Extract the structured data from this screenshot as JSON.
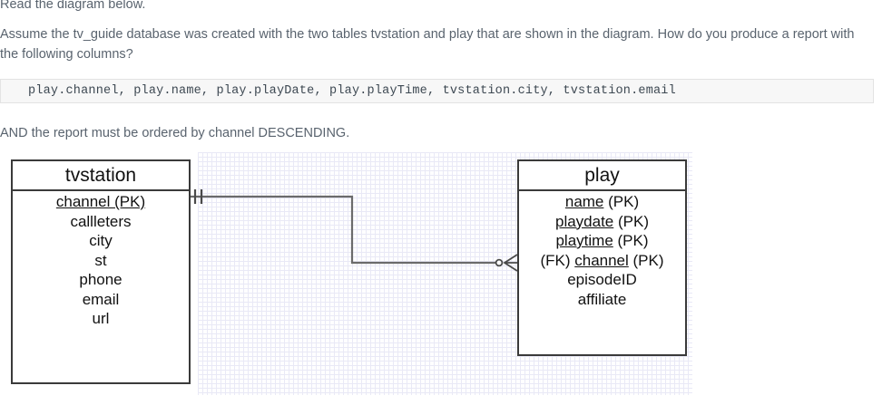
{
  "prose": {
    "intro": "Read the diagram below.",
    "question": "Assume the tv_guide database was created with the two tables tvstation and play that are shown in the diagram. How do you produce a report with the following columns?",
    "order_requirement": "AND the report must be ordered by channel DESCENDING."
  },
  "code_block": {
    "text": "play.channel, play.name, play.playDate, play.playTime, tvstation.city, tvstation.email"
  },
  "diagram": {
    "type": "entity-relationship",
    "entities": [
      {
        "name": "tvstation",
        "fields": [
          {
            "underlined": "channel (PK)",
            "plain": ""
          },
          {
            "underlined": "",
            "plain": "callleters"
          },
          {
            "underlined": "",
            "plain": "city"
          },
          {
            "underlined": "",
            "plain": "st"
          },
          {
            "underlined": "",
            "plain": "phone"
          },
          {
            "underlined": "",
            "plain": "email"
          },
          {
            "underlined": "",
            "plain": "url"
          }
        ]
      },
      {
        "name": "play",
        "fields": [
          {
            "prefix": "",
            "underlined": "name",
            "plain": " (PK)"
          },
          {
            "prefix": "",
            "underlined": "playdate",
            "plain": " (PK)"
          },
          {
            "prefix": "",
            "underlined": "playtime",
            "plain": " (PK)"
          },
          {
            "prefix": "(FK) ",
            "underlined": "channel",
            "plain": " (PK)"
          },
          {
            "prefix": "",
            "underlined": "",
            "plain": "episodeID"
          },
          {
            "prefix": "",
            "underlined": "",
            "plain": "affiliate"
          }
        ]
      }
    ],
    "relationship": {
      "from": "tvstation",
      "to": "play",
      "from_cardinality": "one-and-only-one",
      "to_cardinality": "zero-or-many",
      "line_color": "#6b6b6b"
    }
  },
  "colors": {
    "body_text": "#59636e",
    "code_bg": "#f7f7f7",
    "code_border": "#e3e3e3",
    "entity_border": "#3a3a3a",
    "grid_major": "#d5d5ea",
    "grid_minor": "#e9e9f6"
  }
}
